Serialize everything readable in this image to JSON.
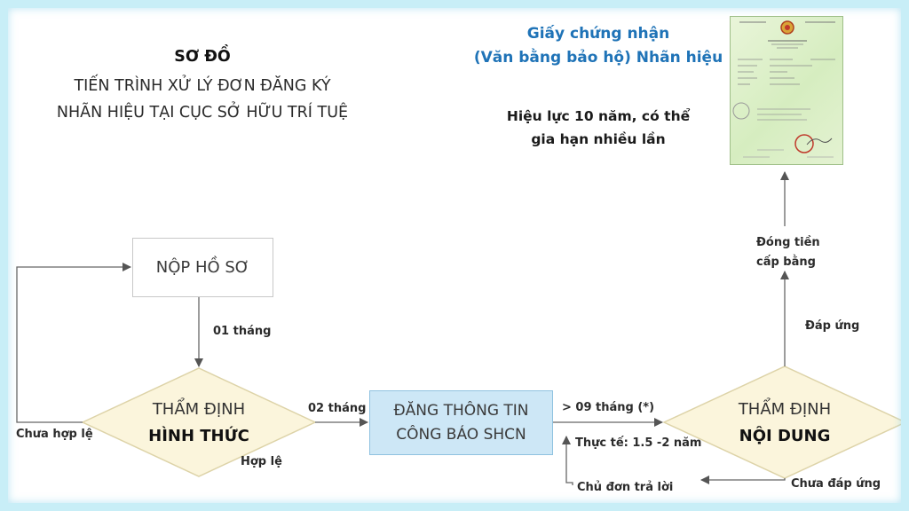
{
  "diagram_title": {
    "line1": "SƠ ĐỒ",
    "line2": "TIẾN TRÌNH XỬ LÝ ĐƠN ĐĂNG KÝ",
    "line3": "NHÃN HIỆU TẠI CỤC SỞ HỮU TRÍ TUỆ"
  },
  "certificate": {
    "title_line1": "Giấy chứng nhận",
    "title_line2": "(Văn bằng bảo hộ) Nhãn hiệu",
    "note_line1": "Hiệu lực 10 năm, có thể",
    "note_line2": "gia hạn nhiều lần"
  },
  "nodes": {
    "submit": "NỘP HỒ SƠ",
    "formal_exam": {
      "line1": "THẨM ĐỊNH",
      "line2": "HÌNH THỨC"
    },
    "publication": {
      "line1": "ĐĂNG THÔNG TIN",
      "line2": "CÔNG BÁO SHCN"
    },
    "substantive_exam": {
      "line1": "THẨM ĐỊNH",
      "line2": "NỘI DUNG"
    }
  },
  "edge_labels": {
    "one_month": "01 tháng",
    "invalid": "Chưa hợp lệ",
    "valid": "Hợp lệ",
    "two_months": "02 tháng",
    "nine_months": "> 09 tháng (*)",
    "actual": "Thực tế: 1.5 -2 năm",
    "applicant_reply": "Chủ đơn trả lời",
    "not_satisfied": "Chưa đáp ứng",
    "satisfied": "Đáp ứng",
    "pay_fee_line1": "Đóng tiền",
    "pay_fee_line2": "cấp bằng"
  },
  "colors": {
    "diamond_fill": "#fbf5dc",
    "diamond_stroke": "#ddd3a8",
    "publication_fill": "#cde7f6",
    "certificate_title": "#1f73b7",
    "frame": "#c8eef7"
  }
}
